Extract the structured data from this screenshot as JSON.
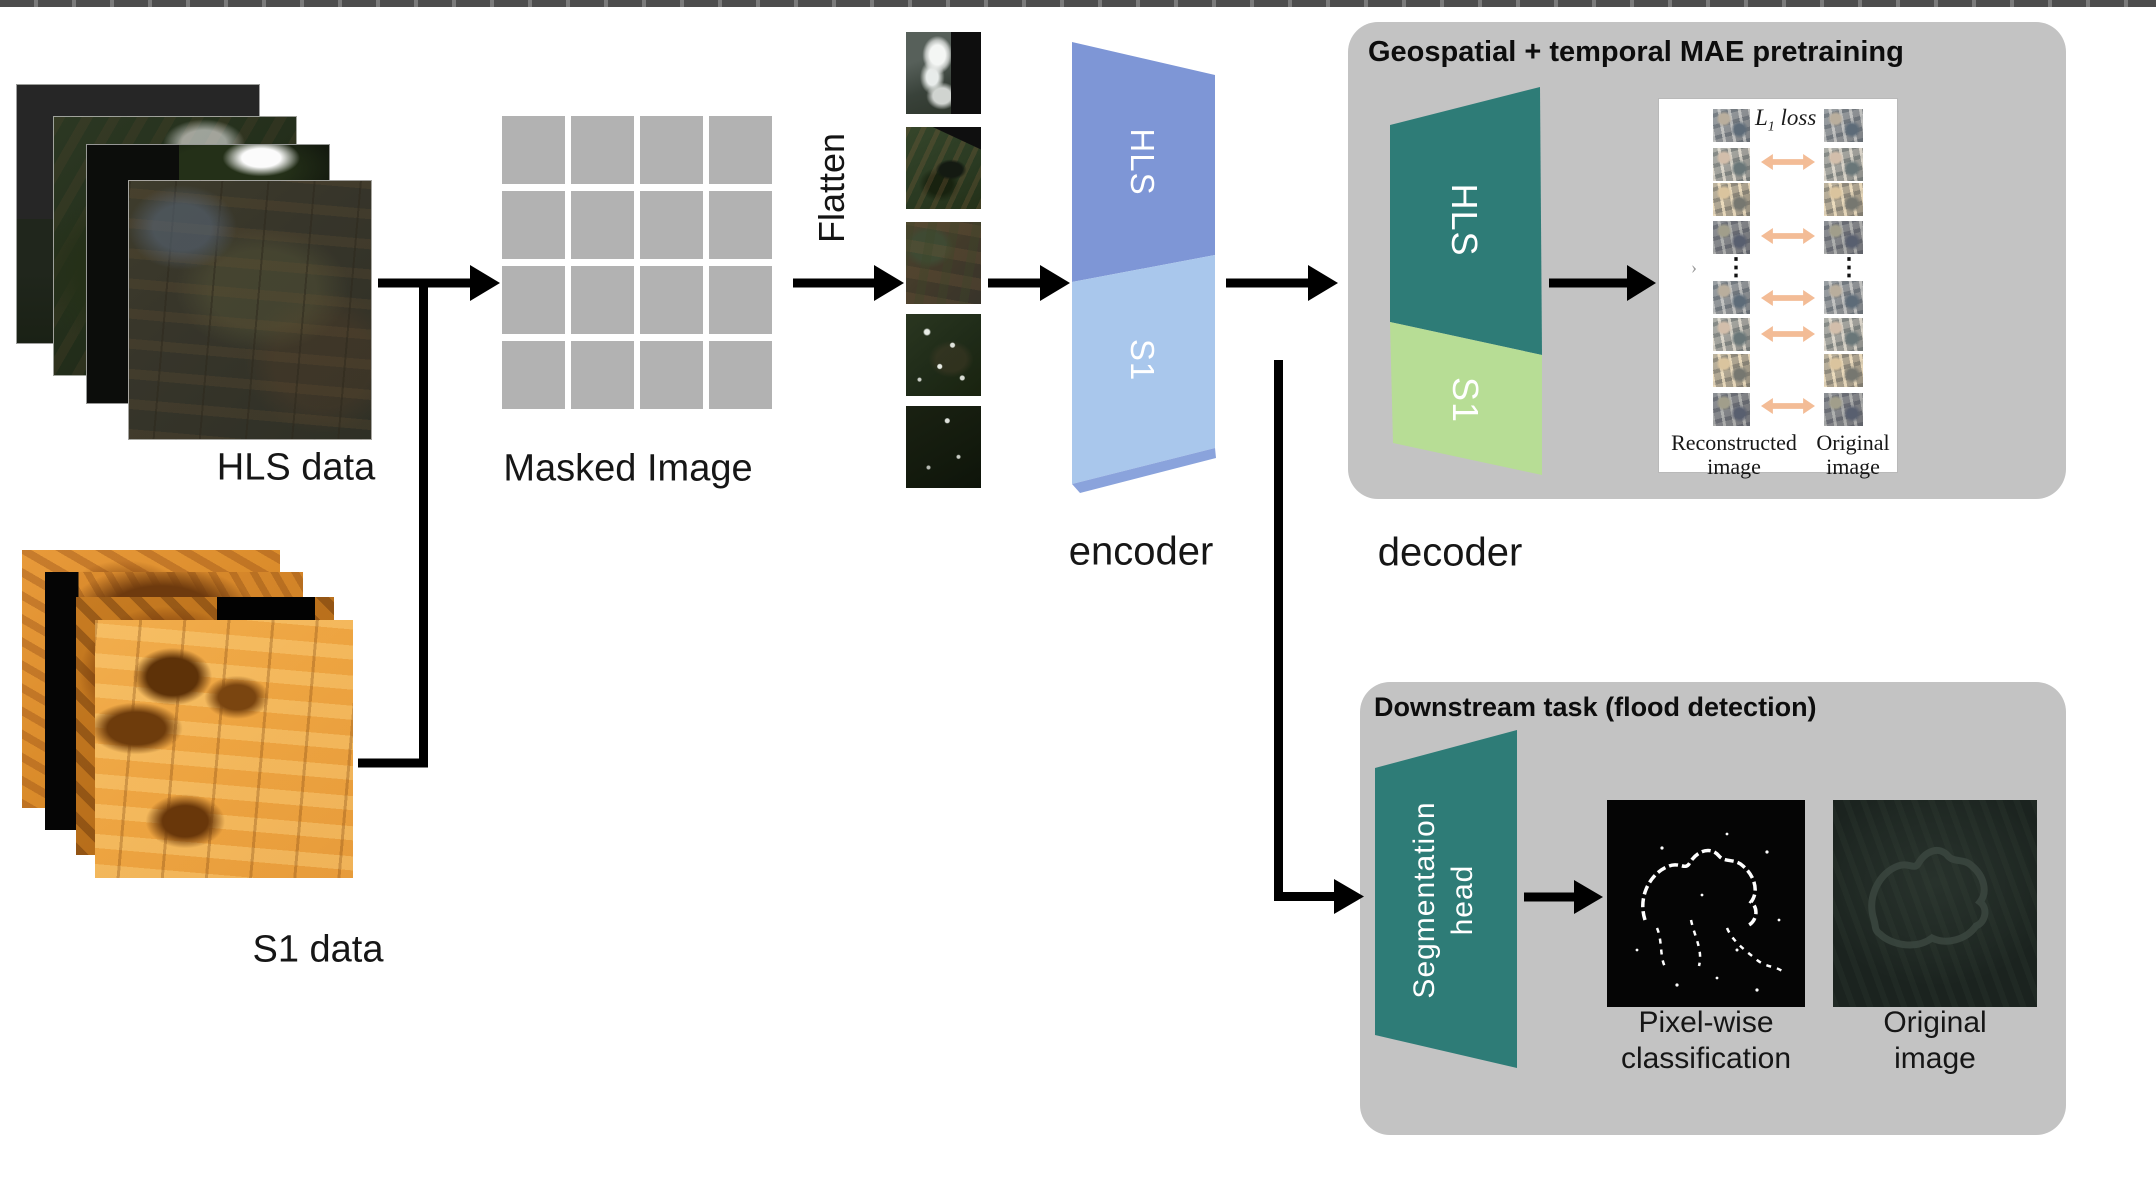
{
  "diagram": {
    "inputs": {
      "hls_label": "HLS data",
      "s1_label": "S1 data"
    },
    "masking": {
      "label": "Masked Image",
      "flatten_label": "Flatten"
    },
    "encoder": {
      "hls": "HLS",
      "s1": "S1",
      "caption": "encoder"
    },
    "pretraining": {
      "title": "Geospatial + temporal MAE pretraining",
      "caption": "decoder",
      "decoder": {
        "hls": "HLS",
        "s1": "S1"
      },
      "reconstruction": {
        "loss_l": "L",
        "loss_sub": "1",
        "loss_rest": " loss",
        "left_label_1": "Reconstructed",
        "left_label_2": "image",
        "right_label_1": "Original",
        "right_label_2": "image"
      }
    },
    "downstream": {
      "title": "Downstream task (flood detection)",
      "seg_head_1": "Segmentation",
      "seg_head_2": "head",
      "pixel_label_1": "Pixel-wise",
      "pixel_label_2": "classification",
      "orig_label_1": "Original",
      "orig_label_2": "image"
    },
    "colors": {
      "box_gray": "#c3c3c3",
      "encoder_hls": "#7e96d6",
      "encoder_s1": "#a9c7ec",
      "encoder_fold": "#8aa3dc",
      "teal": "#2e7c77",
      "s1_green": "#b7dd95",
      "recon_arrow": "#f3bc96",
      "connector": "#000000"
    }
  }
}
